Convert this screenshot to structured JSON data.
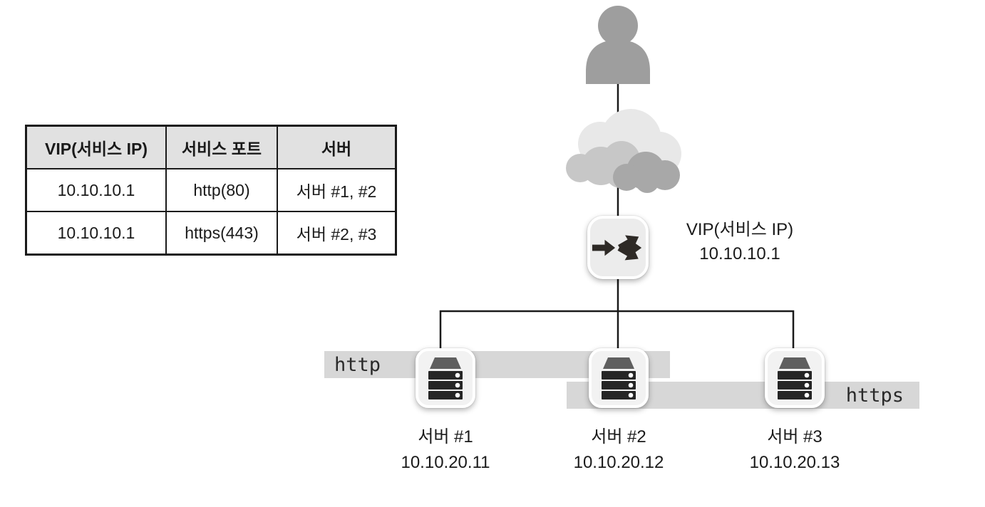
{
  "table": {
    "headers": [
      "VIP(서비스 IP)",
      "서비스 포트",
      "서버"
    ],
    "rows": [
      [
        "10.10.10.1",
        "http(80)",
        "서버 #1, #2"
      ],
      [
        "10.10.10.1",
        "https(443)",
        "서버 #2, #3"
      ]
    ]
  },
  "client": {
    "icon": "user-silhouette-icon"
  },
  "internet": {
    "icon": "cloud-icon"
  },
  "load_balancer": {
    "icon": "load-balancer-fanout-arrows-icon",
    "label": "VIP(서비스 IP)",
    "ip": "10.10.10.1"
  },
  "service_bands": {
    "http_label": "http",
    "https_label": "https"
  },
  "servers": [
    {
      "icon": "server-stack-icon",
      "name": "서버 #1",
      "ip": "10.10.20.11"
    },
    {
      "icon": "server-stack-icon",
      "name": "서버 #2",
      "ip": "10.10.20.12"
    },
    {
      "icon": "server-stack-icon",
      "name": "서버 #3",
      "ip": "10.10.20.13"
    }
  ],
  "colors": {
    "band_gray": "#d7d7d7",
    "table_header_bg": "#e1e1e1",
    "figure_gray": "#9e9e9e",
    "cloud_back": "#e8e8e8",
    "cloud_mid": "#c7c7c7",
    "cloud_front": "#a8a8a8",
    "line_black": "#1a1a1a",
    "arrow_dark": "#2e2a26",
    "server_dark": "#262626"
  }
}
